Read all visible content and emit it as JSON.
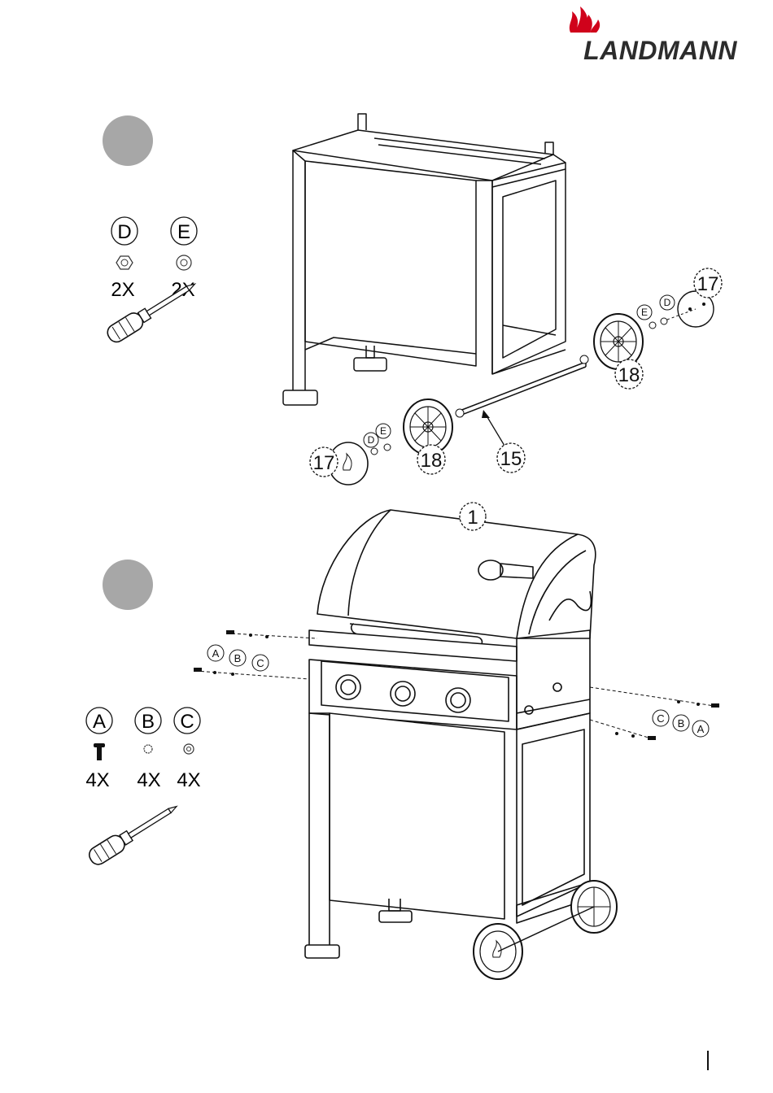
{
  "brand": {
    "name": "LANDMANN",
    "flame_color": "#d0021b",
    "text_color": "#2c2c2c"
  },
  "step_marker_color": "#a7a7a7",
  "step1": {
    "parts": [
      {
        "letter": "D",
        "qty": "2X"
      },
      {
        "letter": "E",
        "qty": "2X"
      }
    ],
    "callouts": {
      "cap_right": "17",
      "wheel_right": "18",
      "axle": "15",
      "cap_left": "17",
      "wheel_left": "18",
      "left_d": "D",
      "left_e": "E",
      "right_d": "D",
      "right_e": "E"
    }
  },
  "step2": {
    "parts": [
      {
        "letter": "A",
        "qty": "4X"
      },
      {
        "letter": "B",
        "qty": "4X"
      },
      {
        "letter": "C",
        "qty": "4X"
      }
    ],
    "callouts": {
      "grill_head": "1",
      "left_a": "A",
      "left_b": "B",
      "left_c": "C",
      "right_c": "C",
      "right_b": "B",
      "right_a": "A"
    }
  }
}
